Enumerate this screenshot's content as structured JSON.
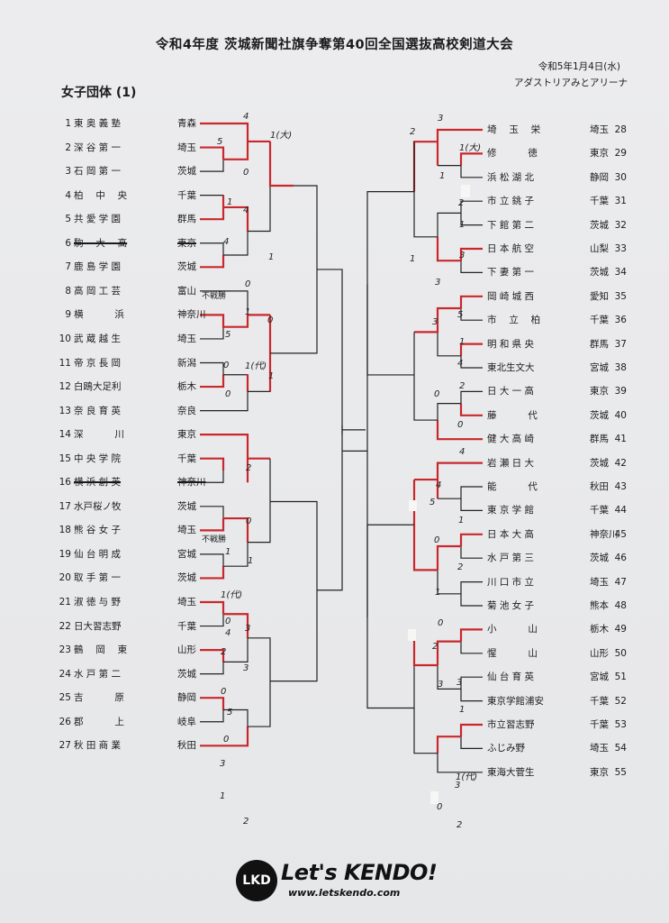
{
  "header": {
    "title": "令和4年度 茨城新聞社旗争奪第40回全国選抜高校剣道大会",
    "date": "令和5年1月4日(水)",
    "venue": "アダストリアみとアリーナ",
    "section": "女子団体 (1)"
  },
  "left_teams": [
    {
      "num": "1",
      "name": "東 奥 義 塾",
      "pref": "青森"
    },
    {
      "num": "2",
      "name": "深 谷 第 一",
      "pref": "埼玉"
    },
    {
      "num": "3",
      "name": "石 岡 第 一",
      "pref": "茨城"
    },
    {
      "num": "4",
      "name": "柏　 中　 央",
      "pref": "千葉"
    },
    {
      "num": "5",
      "name": "共 愛 学 園",
      "pref": "群馬"
    },
    {
      "num": "6",
      "name": "駒　 大　 高",
      "pref": "東京"
    },
    {
      "num": "7",
      "name": "鹿 島 学 園",
      "pref": "茨城"
    },
    {
      "num": "8",
      "name": "高 岡 工 芸",
      "pref": "富山"
    },
    {
      "num": "9",
      "name": "横　　　 浜",
      "pref": "神奈川"
    },
    {
      "num": "10",
      "name": "武 蔵 越 生",
      "pref": "埼玉"
    },
    {
      "num": "11",
      "name": "帝 京 長 岡",
      "pref": "新潟"
    },
    {
      "num": "12",
      "name": "白鴎大足利",
      "pref": "栃木"
    },
    {
      "num": "13",
      "name": "奈 良 育 英",
      "pref": "奈良"
    },
    {
      "num": "14",
      "name": "深　　　 川",
      "pref": "東京"
    },
    {
      "num": "15",
      "name": "中 央 学 院",
      "pref": "千葉"
    },
    {
      "num": "16",
      "name": "横 浜 創 英",
      "pref": "神奈川"
    },
    {
      "num": "17",
      "name": "水戸桜ノ牧",
      "pref": "茨城"
    },
    {
      "num": "18",
      "name": "熊 谷 女 子",
      "pref": "埼玉"
    },
    {
      "num": "19",
      "name": "仙 台 明 成",
      "pref": "宮城"
    },
    {
      "num": "20",
      "name": "取 手 第 一",
      "pref": "茨城"
    },
    {
      "num": "21",
      "name": "淑 徳 与 野",
      "pref": "埼玉"
    },
    {
      "num": "22",
      "name": "日大習志野",
      "pref": "千葉"
    },
    {
      "num": "23",
      "name": "鶴　 岡　 東",
      "pref": "山形"
    },
    {
      "num": "24",
      "name": "水 戸 第 二",
      "pref": "茨城"
    },
    {
      "num": "25",
      "name": "吉　　　 原",
      "pref": "静岡"
    },
    {
      "num": "26",
      "name": "郡　　　 上",
      "pref": "岐阜"
    },
    {
      "num": "27",
      "name": "秋 田 商 業",
      "pref": "秋田"
    }
  ],
  "right_teams": [
    {
      "num": "28",
      "name": "埼　 玉　 栄",
      "pref": "埼玉"
    },
    {
      "num": "29",
      "name": "修　　　 徳",
      "pref": "東京"
    },
    {
      "num": "30",
      "name": "浜 松 湖 北",
      "pref": "静岡"
    },
    {
      "num": "31",
      "name": "市 立 銚 子",
      "pref": "千葉"
    },
    {
      "num": "32",
      "name": "下 館 第 二",
      "pref": "茨城"
    },
    {
      "num": "33",
      "name": "日 本 航 空",
      "pref": "山梨"
    },
    {
      "num": "34",
      "name": "下 妻 第 一",
      "pref": "茨城"
    },
    {
      "num": "35",
      "name": "岡 崎 城 西",
      "pref": "愛知"
    },
    {
      "num": "36",
      "name": "市　 立　 柏",
      "pref": "千葉"
    },
    {
      "num": "37",
      "name": "明 和 県 央",
      "pref": "群馬"
    },
    {
      "num": "38",
      "name": "東北生文大",
      "pref": "宮城"
    },
    {
      "num": "39",
      "name": "日 大 一 高",
      "pref": "東京"
    },
    {
      "num": "40",
      "name": "藤　　　 代",
      "pref": "茨城"
    },
    {
      "num": "41",
      "name": "健 大 高 崎",
      "pref": "群馬"
    },
    {
      "num": "42",
      "name": "岩 瀬 日 大",
      "pref": "茨城"
    },
    {
      "num": "43",
      "name": "能　　　 代",
      "pref": "秋田"
    },
    {
      "num": "44",
      "name": "東 京 学 館",
      "pref": "千葉"
    },
    {
      "num": "45",
      "name": "日 本 大 高",
      "pref": "神奈川"
    },
    {
      "num": "46",
      "name": "水 戸 第 三",
      "pref": "茨城"
    },
    {
      "num": "47",
      "name": "川 口 市 立",
      "pref": "埼玉"
    },
    {
      "num": "48",
      "name": "菊 池 女 子",
      "pref": "熊本"
    },
    {
      "num": "49",
      "name": "小　　　 山",
      "pref": "栃木"
    },
    {
      "num": "50",
      "name": "惺　　　 山",
      "pref": "山形"
    },
    {
      "num": "51",
      "name": "仙 台 育 英",
      "pref": "宮城"
    },
    {
      "num": "52",
      "name": "東京学館浦安",
      "pref": "千葉"
    },
    {
      "num": "53",
      "name": "市立習志野",
      "pref": "千葉"
    },
    {
      "num": "54",
      "name": "ふじみ野",
      "pref": "埼玉"
    },
    {
      "num": "55",
      "name": "東海大菅生",
      "pref": "東京"
    }
  ],
  "notes": {
    "forfeit_1": "不戦勝",
    "forfeit_2": "不戦勝"
  },
  "scores": {
    "s1": "4",
    "s2": "5",
    "s3": "0",
    "s4": "1(大)",
    "s5": "1",
    "s6": "4",
    "s7": "4",
    "s8": "1",
    "s9": "0",
    "s10": "1",
    "s11": "0",
    "s12": "5",
    "s13": "1(代)",
    "s14": "0",
    "s15": "1",
    "s16": "0",
    "s17": "2",
    "s18": "0",
    "s19": "1",
    "s20": "1",
    "s21": "1(代)",
    "s22": "0",
    "s23": "4",
    "s24": "3",
    "s25": "2",
    "s26": "0",
    "s27": "3",
    "s28": "5",
    "s29": "0",
    "s30": "3",
    "s31": "1",
    "s32": "2",
    "r1": "3",
    "r2": "2",
    "r3": "1(大)",
    "r4": "1",
    "r5": "2",
    "r6": "1",
    "r7": "3",
    "r8": "3",
    "r9": "1",
    "r10": "3",
    "r11": "5",
    "r12": "1",
    "r13": "4",
    "r14": "2",
    "r15": "0",
    "r16": "4",
    "r17": "0",
    "r18": "4",
    "r19": "5",
    "r20": "1",
    "r21": "2",
    "r22": "1",
    "r23": "2",
    "r24": "3",
    "r25": "3",
    "r26": "1",
    "r27": "1(代)",
    "r28": "3",
    "r29": "2",
    "r30": "0",
    "r31": "0",
    "r32": "0"
  },
  "logo": {
    "badge": "LKD",
    "main": "Let's KENDO!",
    "url": "www.letskendo.com"
  },
  "colors": {
    "winner_line": "#c8282c",
    "bracket_line": "#222222"
  }
}
